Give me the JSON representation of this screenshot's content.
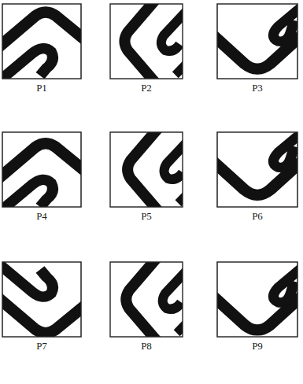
{
  "diagram": {
    "labels": [
      "P1",
      "P2",
      "P3",
      "P4",
      "P5",
      "P6",
      "P7",
      "P8",
      "P9"
    ]
  }
}
